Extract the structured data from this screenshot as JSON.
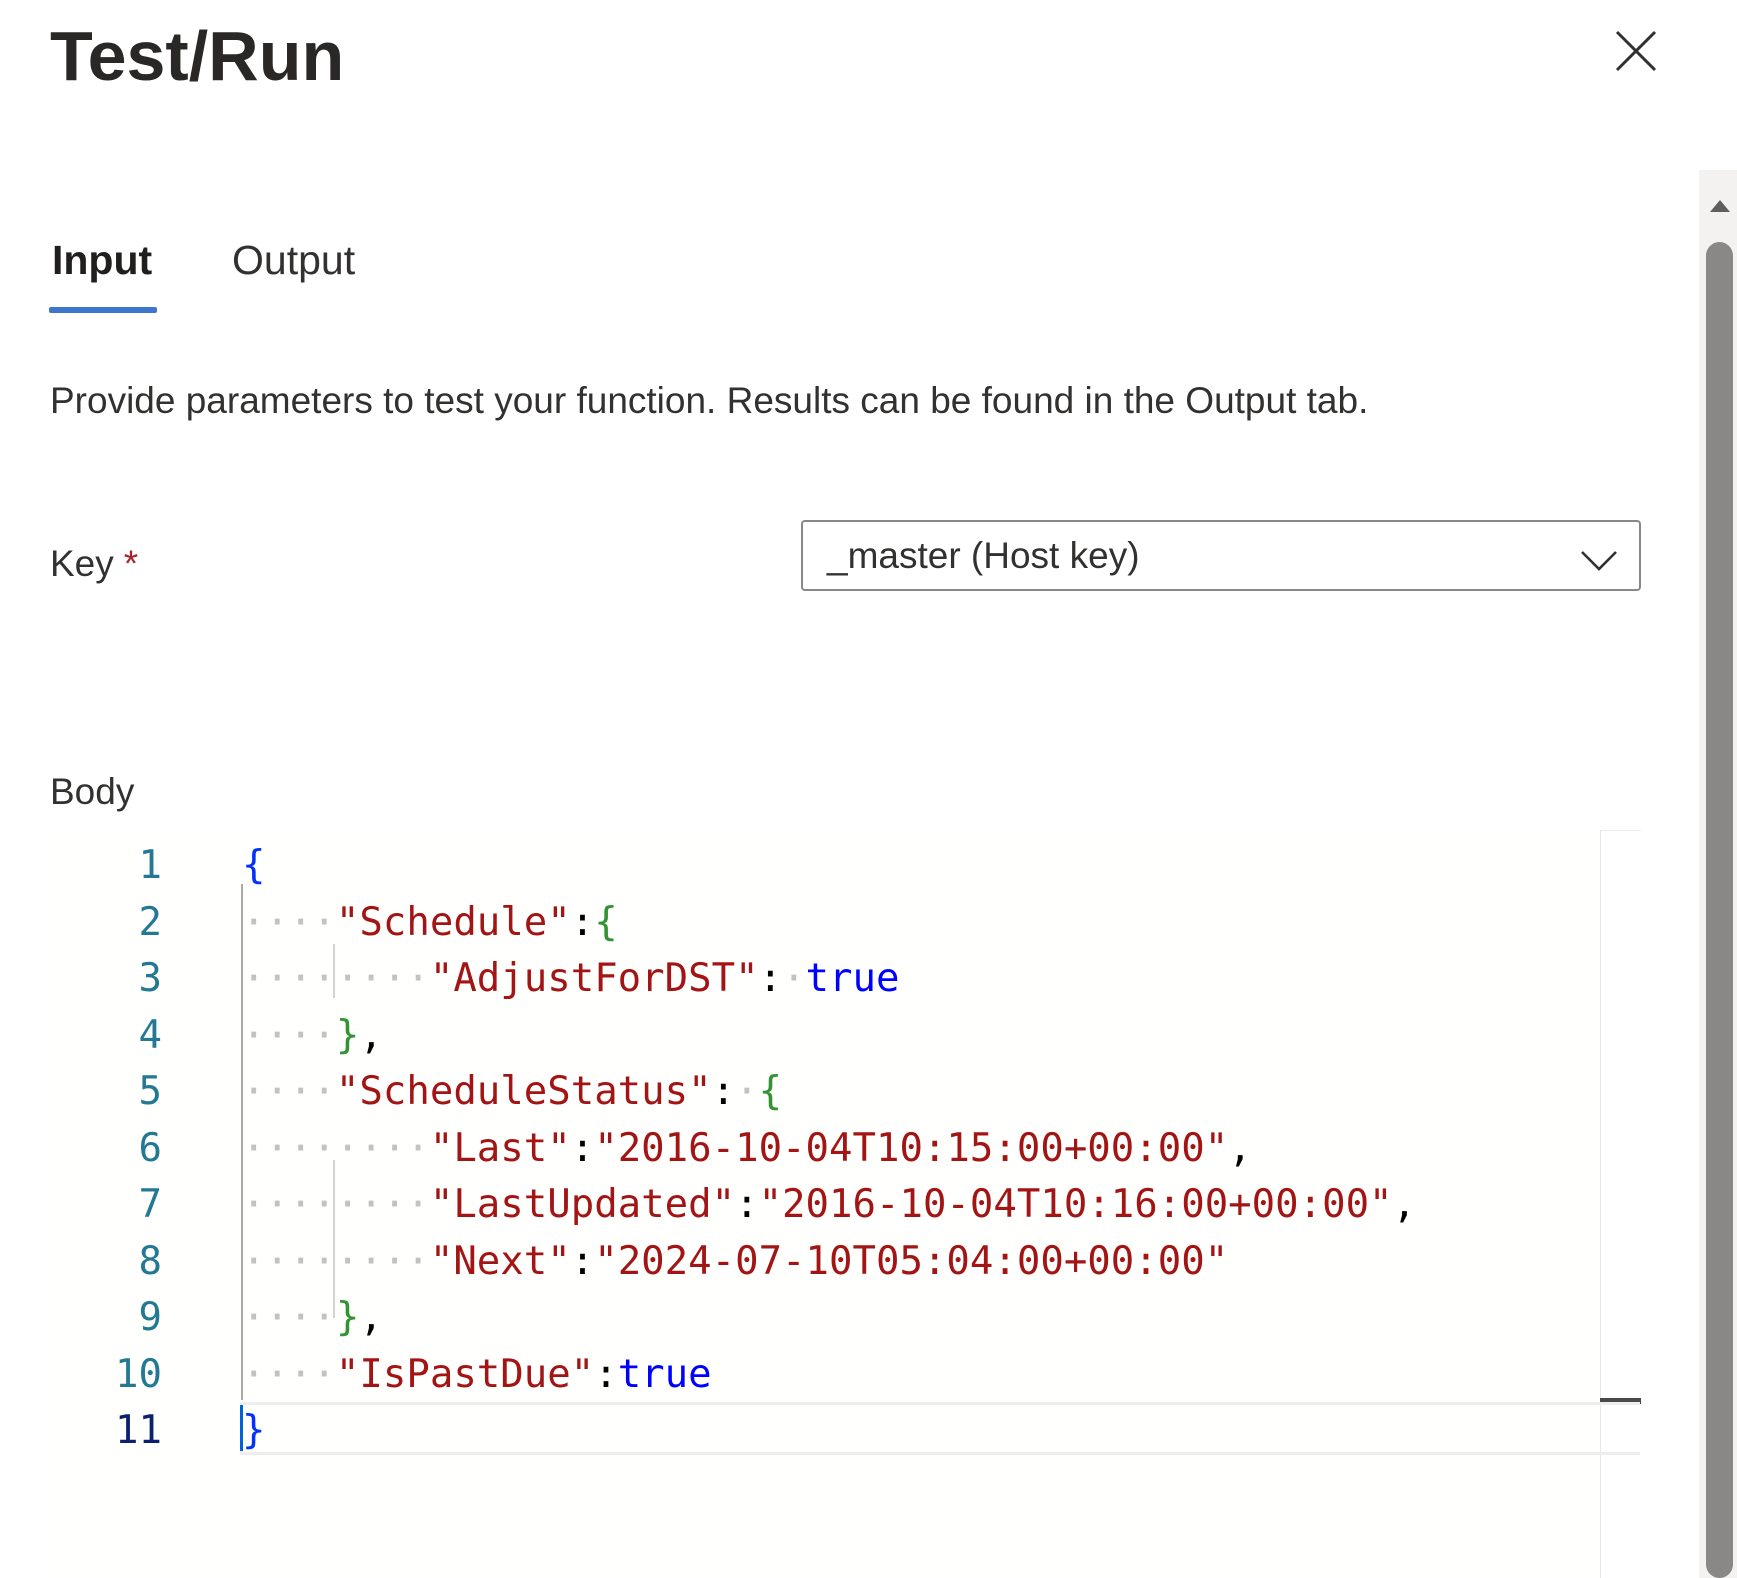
{
  "panel": {
    "title": "Test/Run",
    "close_icon": "close-icon"
  },
  "tabs": [
    {
      "label": "Input",
      "active": true
    },
    {
      "label": "Output",
      "active": false
    }
  ],
  "description": "Provide parameters to test your function. Results can be found in the Output tab.",
  "key_field": {
    "label": "Key",
    "required_marker": "*",
    "selected_value": "_master (Host key)",
    "icon": "chevron-down-icon"
  },
  "body_field": {
    "label": "Body"
  },
  "editor": {
    "current_line": 11,
    "lines": [
      {
        "number": "1",
        "text": "{"
      },
      {
        "number": "2",
        "text": "    \"Schedule\":{"
      },
      {
        "number": "3",
        "text": "        \"AdjustForDST\": true"
      },
      {
        "number": "4",
        "text": "    },"
      },
      {
        "number": "5",
        "text": "    \"ScheduleStatus\": {"
      },
      {
        "number": "6",
        "text": "        \"Last\":\"2016-10-04T10:15:00+00:00\","
      },
      {
        "number": "7",
        "text": "        \"LastUpdated\":\"2016-10-04T10:16:00+00:00\","
      },
      {
        "number": "8",
        "text": "        \"Next\":\"2024-07-10T05:04:00+00:00\""
      },
      {
        "number": "9",
        "text": "    },"
      },
      {
        "number": "10",
        "text": "    \"IsPastDue\":true"
      },
      {
        "number": "11",
        "text": "}"
      }
    ]
  },
  "colors": {
    "tab_underline": "#3f76cd",
    "json_key": "#a31515",
    "json_string": "#a31515",
    "json_boolean": "#0000ff",
    "bracket_level1": "#0431fa",
    "bracket_level2": "#319331",
    "line_number": "#237893",
    "required_star": "#a4262c"
  }
}
